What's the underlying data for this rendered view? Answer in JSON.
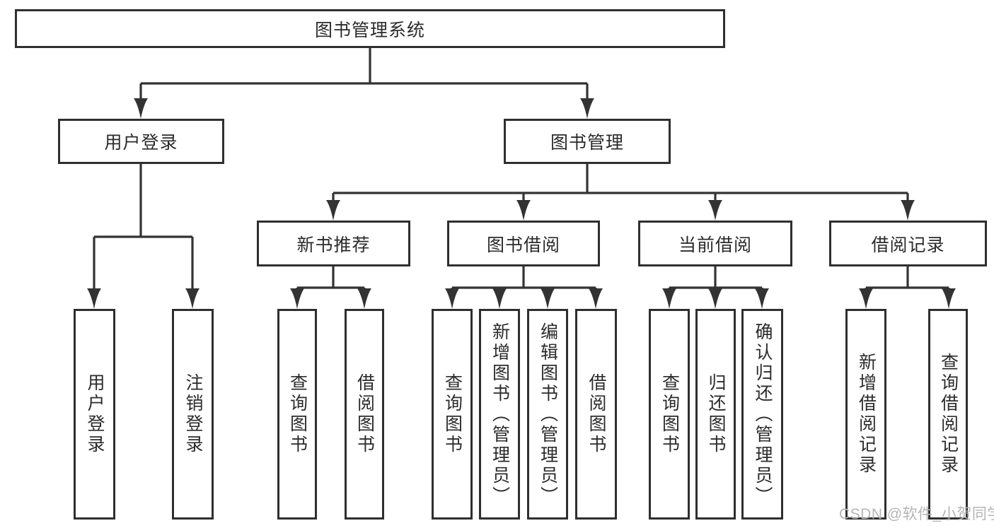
{
  "diagram": {
    "title": "图书管理系统",
    "colors": {
      "line": "#333333",
      "box_border": "#2f2f2f",
      "text": "#2b2b2b",
      "background": "#ffffff",
      "watermark_text_color": "#b4b4b4"
    },
    "nodes": {
      "root": {
        "label": "图书管理系统"
      },
      "user_login": {
        "label": "用户登录"
      },
      "book_mgmt": {
        "label": "图书管理"
      },
      "new_book_rec": {
        "label": "新书推荐"
      },
      "book_borrow": {
        "label": "图书借阅"
      },
      "current_borrow": {
        "label": "当前借阅"
      },
      "borrow_records": {
        "label": "借阅记录"
      },
      "leaf_user_login": {
        "label": "用户登录"
      },
      "leaf_logout": {
        "label": "注销登录"
      },
      "leaf_query_book_1": {
        "label": "查询图书"
      },
      "leaf_borrow_book_1": {
        "label": "借阅图书"
      },
      "leaf_query_book_2": {
        "label": "查询图书"
      },
      "leaf_add_book": {
        "label": "新增图书（管理员）"
      },
      "leaf_edit_book": {
        "label": "编辑图书（管理员）"
      },
      "leaf_borrow_book_2": {
        "label": "借阅图书"
      },
      "leaf_query_book_3": {
        "label": "查询图书"
      },
      "leaf_return_book": {
        "label": "归还图书"
      },
      "leaf_confirm_return": {
        "label": "确认归还（管理员）"
      },
      "leaf_add_borrow_record": {
        "label": "新增借阅记录"
      },
      "leaf_query_borrow_record": {
        "label": "查询借阅记录"
      }
    },
    "hierarchy": {
      "root": [
        "user_login",
        "book_mgmt"
      ],
      "user_login": [
        "leaf_user_login",
        "leaf_logout"
      ],
      "book_mgmt": [
        "new_book_rec",
        "book_borrow",
        "current_borrow",
        "borrow_records"
      ],
      "new_book_rec": [
        "leaf_query_book_1",
        "leaf_borrow_book_1"
      ],
      "book_borrow": [
        "leaf_query_book_2",
        "leaf_add_book",
        "leaf_edit_book",
        "leaf_borrow_book_2"
      ],
      "current_borrow": [
        "leaf_query_book_3",
        "leaf_return_book",
        "leaf_confirm_return"
      ],
      "borrow_records": [
        "leaf_add_borrow_record",
        "leaf_query_borrow_record"
      ]
    },
    "watermark": "CSDN @软件_小贺同学"
  }
}
